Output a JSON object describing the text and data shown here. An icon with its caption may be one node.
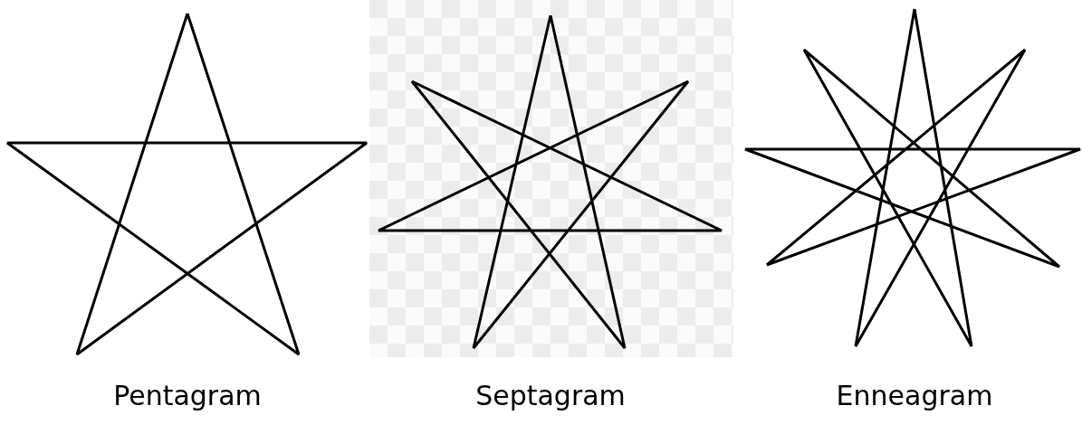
{
  "diagram": {
    "labels": [
      "Pentagram",
      "Septagram",
      "Enneagram"
    ]
  }
}
